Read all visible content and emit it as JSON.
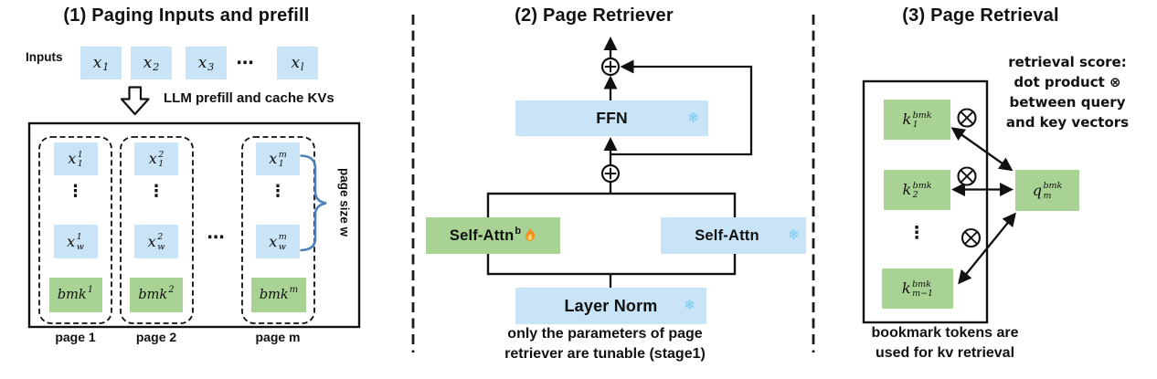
{
  "colors": {
    "box_blue": "#c8e4f6",
    "box_green": "#a9d394",
    "brace": "#4f81bd",
    "snowflake": "#7cc7ed",
    "line": "#111111"
  },
  "icons": {
    "snowflake": "❄"
  },
  "panel1": {
    "title": "(1) Paging Inputs and prefill",
    "inputs_label": "Inputs",
    "input_tokens": [
      {
        "base": "x",
        "sub": "1"
      },
      {
        "base": "x",
        "sub": "2"
      },
      {
        "base": "x",
        "sub": "3"
      },
      {
        "base": "x",
        "sub": "l"
      }
    ],
    "input_ellipsis": "⋯",
    "arrow_label": "LLM prefill and cache KVs",
    "pages": [
      {
        "top": {
          "base": "x",
          "sup": "1",
          "sub": "1"
        },
        "vdots": "⋮",
        "bottom": {
          "base": "x",
          "sup": "1",
          "sub": "w"
        },
        "bmk": {
          "base": "bmk",
          "sup": "1"
        },
        "label": "page 1"
      },
      {
        "top": {
          "base": "x",
          "sup": "2",
          "sub": "1"
        },
        "vdots": "⋮",
        "bottom": {
          "base": "x",
          "sup": "2",
          "sub": "w"
        },
        "bmk": {
          "base": "bmk",
          "sup": "2"
        },
        "label": "page 2"
      },
      {
        "top": {
          "base": "x",
          "sup": "m",
          "sub": "1"
        },
        "vdots": "⋮",
        "bottom": {
          "base": "x",
          "sup": "m",
          "sub": "w"
        },
        "bmk": {
          "base": "bmk",
          "sup": "m"
        },
        "label": "page m"
      }
    ],
    "pages_ellipsis": "⋯",
    "brace_label": "page size w"
  },
  "panel2": {
    "title": "(2) Page Retriever",
    "ffn_label": "FFN",
    "self_attn_b": {
      "label": "Self-Attn",
      "sup": "b"
    },
    "self_attn_label": "Self-Attn",
    "layer_norm_label": "Layer Norm",
    "caption": [
      "only the parameters of page",
      "retriever are tunable (stage1)"
    ]
  },
  "panel3": {
    "title": "(3) Page Retrieval",
    "note_lines": [
      "retrieval score:",
      "dot product ⊗",
      "between query",
      "and key vectors"
    ],
    "keys": [
      {
        "base": "k",
        "sup": "bmk",
        "sub": "1"
      },
      {
        "base": "k",
        "sup": "bmk",
        "sub": "2"
      },
      {
        "base": "k",
        "sup": "bmk",
        "sub": "m−1"
      }
    ],
    "keys_vdots": "⋮",
    "query": {
      "base": "q",
      "sup": "bmk",
      "sub": "m"
    },
    "caption": [
      "bookmark tokens are",
      "used for kv retrieval"
    ]
  }
}
